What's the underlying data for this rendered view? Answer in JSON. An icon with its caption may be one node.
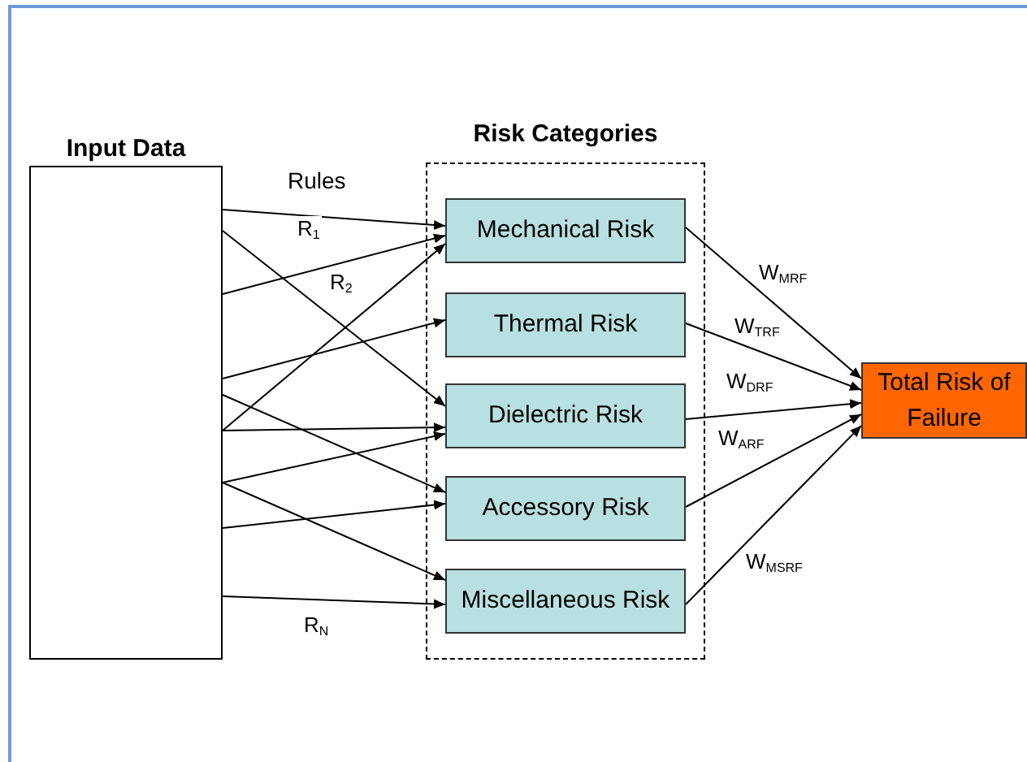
{
  "diagram": {
    "nodes": [
      {
        "text": [
          "Input Data"
        ]
      },
      {
        "text": [
          "Risk Categories"
        ]
      },
      {
        "text": [
          "Mechanical Risk"
        ],
        "in": 1
      },
      {
        "text": [
          "Thermal Risk"
        ],
        "in": 1
      },
      {
        "text": [
          "Dielectric Risk"
        ],
        "in": 1
      },
      {
        "text": [
          "Accessory Risk"
        ],
        "in": 1
      },
      {
        "text": [
          "Miscellaneous Risk"
        ],
        "in": 1
      },
      {
        "text": [
          "Total Risk of Failure"
        ]
      }
    ],
    "edges": [
      {
        "from": 0,
        "to": 2,
        "arrow": "to",
        "label": "R$_{1}$"
      },
      {
        "from": 0,
        "to": 4,
        "arrow": "to",
        "label": "R$_{2}$"
      },
      {
        "from": 0,
        "to": 2,
        "arrow": "to"
      },
      {
        "from": 0,
        "to": 3,
        "arrow": "to"
      },
      {
        "from": 0,
        "to": 5,
        "arrow": "to"
      },
      {
        "from": 0,
        "to": 2,
        "arrow": "to"
      },
      {
        "from": 0,
        "to": 4,
        "arrow": "to"
      },
      {
        "from": 0,
        "to": 4,
        "arrow": "to"
      },
      {
        "from": 0,
        "to": 6,
        "arrow": "to"
      },
      {
        "from": 0,
        "to": 5,
        "arrow": "to"
      },
      {
        "from": 0,
        "to": 6,
        "arrow": "to",
        "label": "R$_{N}$"
      },
      {
        "from": 2,
        "to": 7,
        "arrow": "to",
        "label": "W$_{MRF}$"
      },
      {
        "from": 3,
        "to": 7,
        "arrow": "to",
        "label": "W$_{TRF}$"
      },
      {
        "from": 4,
        "to": 7,
        "arrow": "to",
        "label": "W$_{DRF}$"
      },
      {
        "from": 5,
        "to": 7,
        "arrow": "to",
        "label": "W$_{ARF}$"
      },
      {
        "from": 6,
        "to": 7,
        "arrow": "to",
        "label": "W$_{MSRF}$"
      }
    ],
    "labels": [
      "Rules"
    ]
  }
}
